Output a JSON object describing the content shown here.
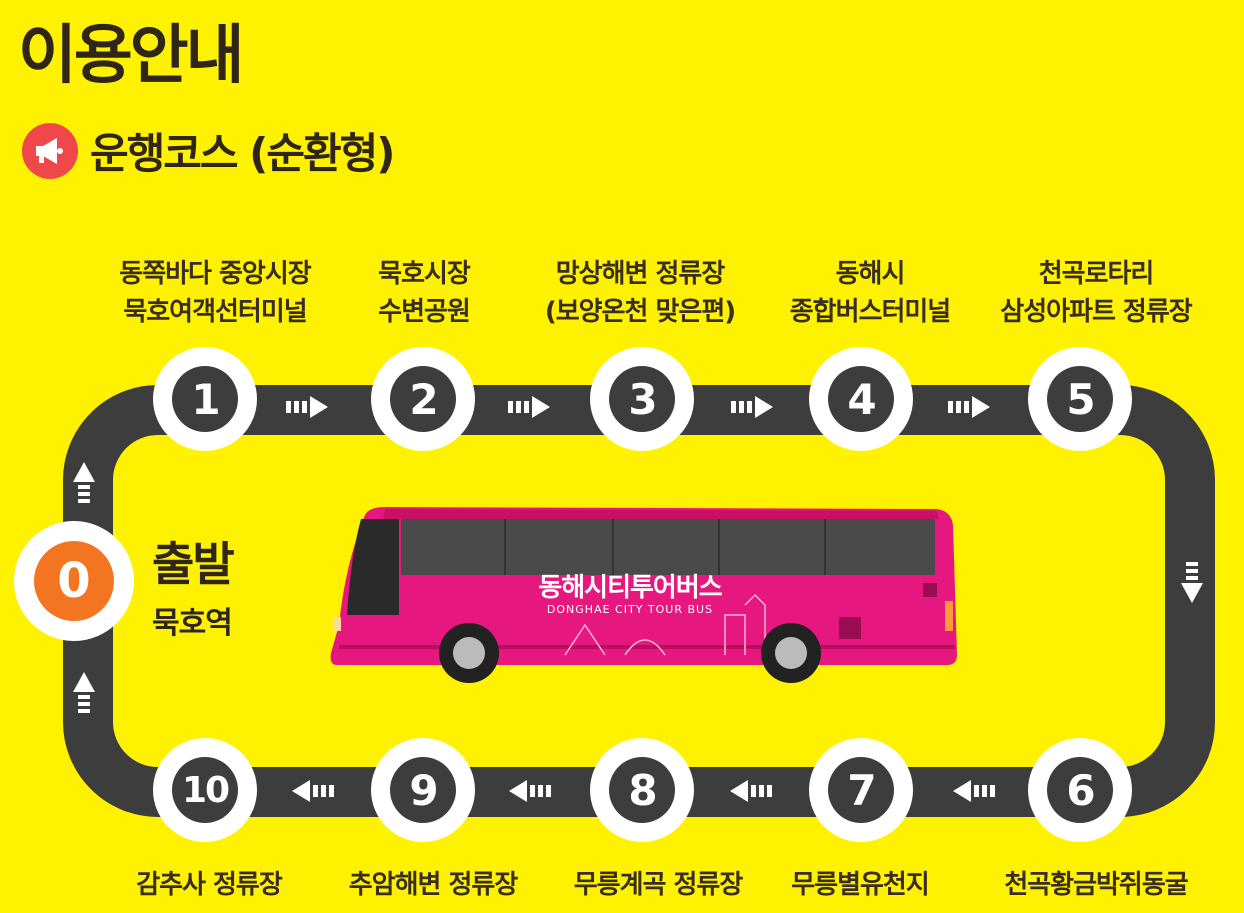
{
  "page": {
    "title": "이용안내",
    "subtitle": "운행코스 (순환형)"
  },
  "start": {
    "number": "0",
    "label": "출발",
    "station": "묵호역"
  },
  "stops_top": [
    {
      "number": "1",
      "line1": "동쪽바다 중앙시장",
      "line2": "묵호여객선터미널"
    },
    {
      "number": "2",
      "line1": "묵호시장",
      "line2": "수변공원"
    },
    {
      "number": "3",
      "line1": "망상해변 정류장",
      "line2": "(보양온천 맞은편)"
    },
    {
      "number": "4",
      "line1": "동해시",
      "line2": "종합버스터미널"
    },
    {
      "number": "5",
      "line1": "천곡로타리",
      "line2": "삼성아파트 정류장"
    }
  ],
  "stops_bottom": [
    {
      "number": "10",
      "line1": "감추사 정류장"
    },
    {
      "number": "9",
      "line1": "추암해변 정류장"
    },
    {
      "number": "8",
      "line1": "무릉계곡 정류장"
    },
    {
      "number": "7",
      "line1": "무릉별유천지"
    },
    {
      "number": "6",
      "line1": "천곡황금박쥐동굴"
    }
  ],
  "bus": {
    "name": "동해시티투어버스",
    "name_en": "DONGHAE CITY TOUR BUS"
  },
  "colors": {
    "background": "#FFF200",
    "road": "#3d3d3d",
    "bus": "#E6177E",
    "start": "#F47521",
    "megaphone": "#F0474A"
  }
}
